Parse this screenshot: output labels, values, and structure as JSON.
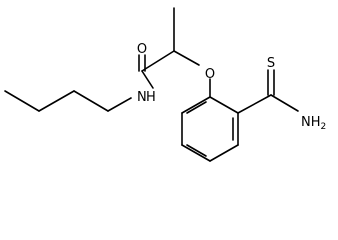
{
  "atom_labels": {
    "carbonyl_oxygen": "O",
    "amide_nitrogen": "N",
    "amide_hydrogen": "H",
    "ether_oxygen": "O",
    "thio_sulfur": "S",
    "thioamide_nitrogen": "NH",
    "thioamide_subscript": "2"
  },
  "colors": {
    "bonds": "#000000",
    "labels": "#000000",
    "background": "#ffffff"
  }
}
